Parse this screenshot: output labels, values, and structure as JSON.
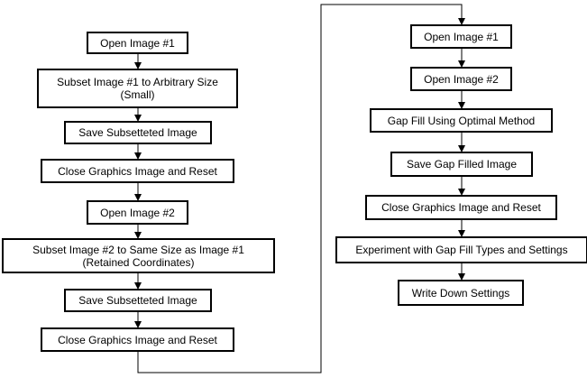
{
  "steps": [
    {
      "label": "Open Image #1"
    },
    {
      "label": "Subset Image #1 to Arbitrary Size\n(Small)"
    },
    {
      "label": "Save Subsetteted Image"
    },
    {
      "label": "Close Graphics Image and Reset"
    },
    {
      "label": "Open Image #2"
    },
    {
      "label": "Subset Image #2 to  Same Size as Image #1\n(Retained Coordinates)"
    },
    {
      "label": "Save Subsetteted Image"
    },
    {
      "label": "Close Graphics Image and Reset"
    },
    {
      "label": "Open Image #1"
    },
    {
      "label": "Open Image #2"
    },
    {
      "label": "Gap Fill Using Optimal Method"
    },
    {
      "label": "Save Gap Filled Image"
    },
    {
      "label": "Close Graphics Image and Reset"
    },
    {
      "label": "Experiment with Gap Fill Types and Settings"
    },
    {
      "label": "Write Down Settings"
    }
  ],
  "colors": {
    "stroke": "#000000",
    "fill": "#ffffff"
  }
}
